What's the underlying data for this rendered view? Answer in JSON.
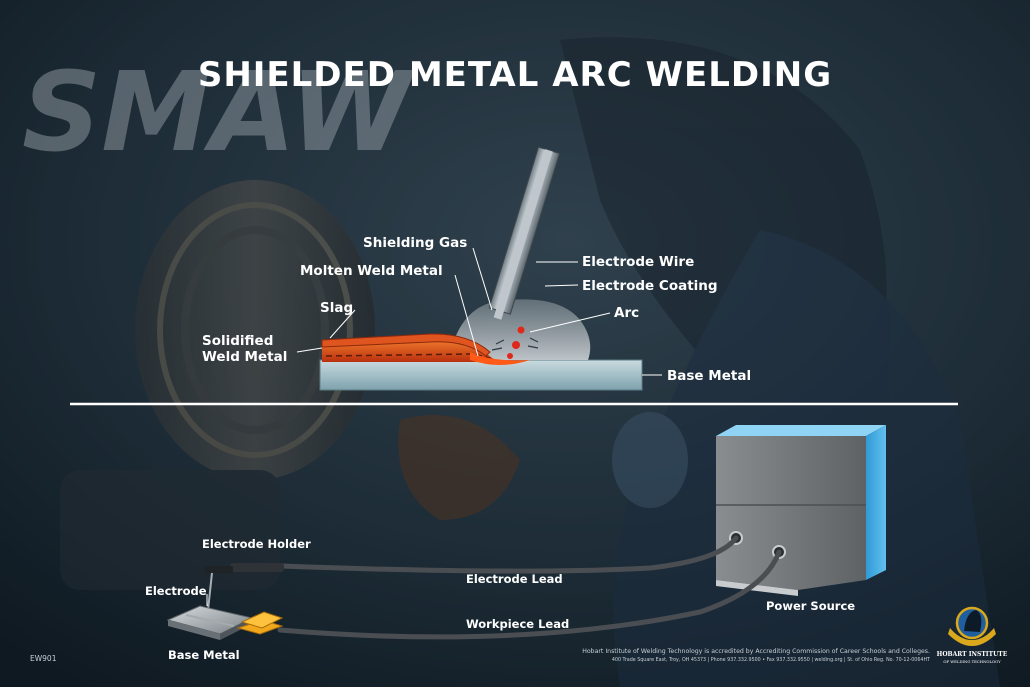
{
  "watermark": "SMAW",
  "title": "SHIELDED METAL ARC WELDING",
  "top_diagram": {
    "shielding_gas": "Shielding Gas",
    "molten_weld_metal": "Molten Weld Metal",
    "slag": "Slag",
    "solidified_line1": "Solidified",
    "solidified_line2": "Weld Metal",
    "electrode_wire": "Electrode Wire",
    "electrode_coating": "Electrode Coating",
    "arc": "Arc",
    "base_metal": "Base Metal"
  },
  "bottom_diagram": {
    "electrode_holder": "Electrode Holder",
    "electrode": "Electrode",
    "base_metal": "Base Metal",
    "electrode_lead": "Electrode Lead",
    "workpiece_lead": "Workpiece Lead",
    "power_source": "Power Source"
  },
  "footer": {
    "code": "EW901",
    "accreditation": "Hobart Institute of Welding Technology is accredited by Accrediting Commission of Career Schools and Colleges.",
    "contact": "400 Trade Square East, Troy, OH 45373 | Phone 937.332.9500 • Fax 937.332.9550 | welding.org | St. of Ohio Reg. No. 70-12-0064HT",
    "logo_line1": "HOBART INSTITUTE",
    "logo_line2": "OF WELDING TECHNOLOGY"
  },
  "colors": {
    "power_source": "#3aa4e0",
    "molten_metal": "#d94b1c",
    "slag": "#c84a1a",
    "clamp": "#f2a81d",
    "base_metal": "#8fb3bd"
  }
}
